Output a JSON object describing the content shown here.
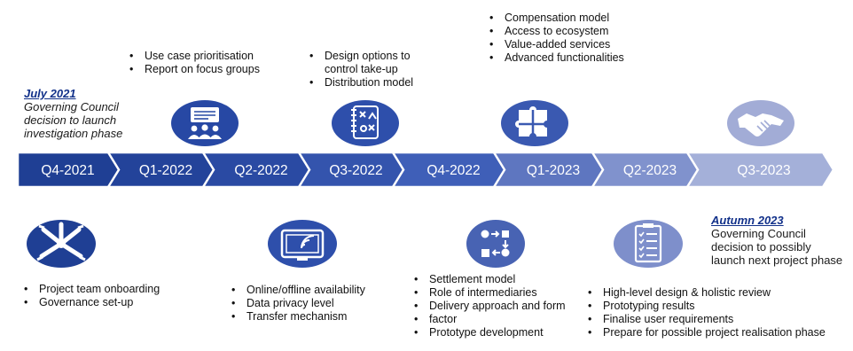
{
  "colors": {
    "arrows": [
      "#1f3f94",
      "#23439a",
      "#2a4aa3",
      "#3454ad",
      "#3f5fb8",
      "#5e76c0",
      "#8092cd",
      "#a4b0d9"
    ],
    "icons": [
      "#1f3f94",
      "#2748a4",
      "#2e4fab",
      "#3a59b1",
      "#4863b3",
      "#5d78be",
      "#7e8fcb",
      "#a2acd6"
    ]
  },
  "timeline": {
    "labels": [
      "Q4-2021",
      "Q1-2022",
      "Q2-2022",
      "Q3-2022",
      "Q4-2022",
      "Q1-2023",
      "Q2-2023",
      "Q3-2023"
    ]
  },
  "notes": {
    "start": {
      "title": "July 2021",
      "lines": [
        "Governing Council",
        "decision to launch",
        "investigation phase"
      ]
    },
    "end": {
      "title": "Autumn 2023",
      "lines": [
        "Governing Council",
        "decision to possibly",
        "launch next project phase"
      ]
    }
  },
  "top": {
    "q1_2022": [
      "Use case prioritisation",
      "Report on focus groups"
    ],
    "q3_2022": [
      "Design options to",
      "control take-up",
      "Distribution model"
    ],
    "q1_2023": [
      "Compensation model",
      "Access to ecosystem",
      "Value-added services",
      "Advanced functionalities"
    ]
  },
  "bottom": {
    "q4_2021": [
      "Project team onboarding",
      "Governance set-up"
    ],
    "q2_2022": [
      "Online/offline availability",
      "Data privacy level",
      "Transfer mechanism"
    ],
    "q4_2022": [
      "Settlement model",
      "Role of intermediaries",
      "Delivery approach and form",
      "factor",
      "Prototype development"
    ],
    "q2_2023": [
      "High-level design & holistic review",
      "Prototyping results",
      "Finalise user requirements",
      "Prepare for possible project realisation phase"
    ]
  },
  "icons": [
    "presentation-people-icon",
    "design-sketch-icon",
    "puzzle-icon",
    "handshake-icon",
    "hands-together-icon",
    "wireless-device-icon",
    "flow-process-icon",
    "checklist-icon"
  ]
}
